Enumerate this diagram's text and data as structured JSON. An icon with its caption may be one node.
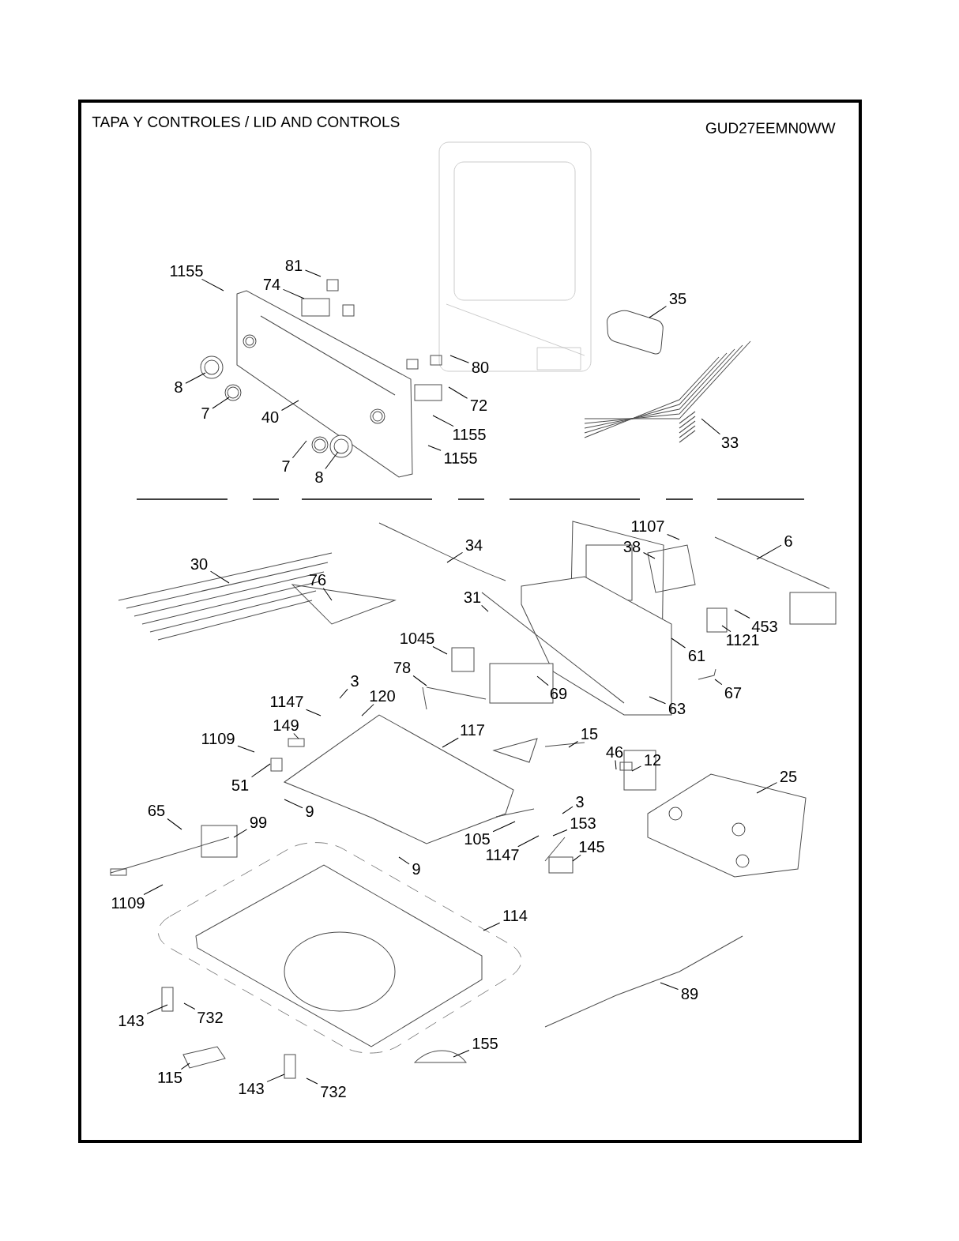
{
  "diagram": {
    "title": "TAPA Y  CONTROLES / LID AND CONTROLS",
    "nodes": [
      {
        "text": [
          "1155"
        ]
      },
      {
        "text": [
          "81"
        ]
      },
      {
        "text": [
          "74"
        ]
      },
      {
        "text": [
          "35"
        ]
      },
      {
        "text": [
          "8"
        ]
      },
      {
        "text": [
          "7"
        ]
      },
      {
        "text": [
          "40"
        ]
      },
      {
        "text": [
          "80"
        ]
      },
      {
        "text": [
          "72"
        ]
      },
      {
        "text": [
          "1155"
        ]
      },
      {
        "text": [
          "1155"
        ]
      },
      {
        "text": [
          "7"
        ]
      },
      {
        "text": [
          "8"
        ]
      },
      {
        "text": [
          "33"
        ]
      },
      {
        "text": [
          "1107"
        ]
      },
      {
        "text": [
          "34"
        ]
      },
      {
        "text": [
          "38"
        ]
      },
      {
        "text": [
          "6"
        ]
      },
      {
        "text": [
          "30"
        ]
      },
      {
        "text": [
          "76"
        ]
      },
      {
        "text": [
          "31"
        ]
      },
      {
        "text": [
          "1045"
        ]
      },
      {
        "text": [
          "61"
        ]
      },
      {
        "text": [
          "453"
        ]
      },
      {
        "text": [
          "1121"
        ]
      },
      {
        "text": [
          "78"
        ]
      },
      {
        "text": [
          "3"
        ]
      },
      {
        "text": [
          "1147"
        ]
      },
      {
        "text": [
          "120"
        ]
      },
      {
        "text": [
          "69"
        ]
      },
      {
        "text": [
          "63"
        ]
      },
      {
        "text": [
          "67"
        ]
      },
      {
        "text": [
          "149"
        ]
      },
      {
        "text": [
          "117"
        ]
      },
      {
        "text": [
          "15"
        ]
      },
      {
        "text": [
          "1109"
        ]
      },
      {
        "text": [
          "46"
        ]
      },
      {
        "text": [
          "12"
        ]
      },
      {
        "text": [
          "25"
        ]
      },
      {
        "text": [
          "51"
        ]
      },
      {
        "text": [
          "9"
        ]
      },
      {
        "text": [
          "65"
        ]
      },
      {
        "text": [
          "3"
        ]
      },
      {
        "text": [
          "99"
        ]
      },
      {
        "text": [
          "105"
        ]
      },
      {
        "text": [
          "153"
        ]
      },
      {
        "text": [
          "1147"
        ]
      },
      {
        "text": [
          "145"
        ]
      },
      {
        "text": [
          "9"
        ]
      },
      {
        "text": [
          "1109"
        ]
      },
      {
        "text": [
          "114"
        ]
      },
      {
        "text": [
          "89"
        ]
      },
      {
        "text": [
          "143"
        ]
      },
      {
        "text": [
          "732"
        ]
      },
      {
        "text": [
          "155"
        ]
      },
      {
        "text": [
          "115"
        ]
      },
      {
        "text": [
          "143"
        ]
      },
      {
        "text": [
          "732"
        ]
      }
    ],
    "edges": [
      {
        "from": 0,
        "to": null,
        "arrow": "none"
      },
      {
        "from": 1,
        "to": null,
        "arrow": "none"
      },
      {
        "from": 2,
        "to": null,
        "arrow": "none"
      },
      {
        "from": 3,
        "to": null,
        "arrow": "none"
      },
      {
        "from": 4,
        "to": null,
        "arrow": "none"
      },
      {
        "from": 5,
        "to": null,
        "arrow": "none"
      },
      {
        "from": 6,
        "to": null,
        "arrow": "none"
      },
      {
        "from": 7,
        "to": null,
        "arrow": "none"
      },
      {
        "from": 8,
        "to": null,
        "arrow": "none"
      },
      {
        "from": 9,
        "to": null,
        "arrow": "none"
      },
      {
        "from": 10,
        "to": null,
        "arrow": "none"
      },
      {
        "from": 11,
        "to": null,
        "arrow": "none"
      },
      {
        "from": 12,
        "to": null,
        "arrow": "none"
      },
      {
        "from": 13,
        "to": null,
        "arrow": "none"
      },
      {
        "from": 14,
        "to": null,
        "arrow": "none"
      },
      {
        "from": 15,
        "to": null,
        "arrow": "none"
      },
      {
        "from": 16,
        "to": null,
        "arrow": "none"
      },
      {
        "from": 17,
        "to": null,
        "arrow": "none"
      },
      {
        "from": 18,
        "to": null,
        "arrow": "none"
      },
      {
        "from": 19,
        "to": null,
        "arrow": "none"
      },
      {
        "from": 20,
        "to": null,
        "arrow": "none"
      },
      {
        "from": 21,
        "to": null,
        "arrow": "none"
      },
      {
        "from": 22,
        "to": null,
        "arrow": "none"
      },
      {
        "from": 23,
        "to": null,
        "arrow": "none"
      },
      {
        "from": 24,
        "to": null,
        "arrow": "none"
      },
      {
        "from": 25,
        "to": null,
        "arrow": "none"
      },
      {
        "from": 26,
        "to": null,
        "arrow": "none"
      },
      {
        "from": 27,
        "to": null,
        "arrow": "none"
      },
      {
        "from": 28,
        "to": null,
        "arrow": "none"
      },
      {
        "from": 29,
        "to": null,
        "arrow": "none"
      },
      {
        "from": 30,
        "to": null,
        "arrow": "none"
      },
      {
        "from": 31,
        "to": null,
        "arrow": "none"
      },
      {
        "from": 32,
        "to": null,
        "arrow": "none"
      },
      {
        "from": 33,
        "to": null,
        "arrow": "none"
      },
      {
        "from": 34,
        "to": null,
        "arrow": "none"
      },
      {
        "from": 35,
        "to": null,
        "arrow": "none"
      },
      {
        "from": 36,
        "to": null,
        "arrow": "none"
      },
      {
        "from": 37,
        "to": null,
        "arrow": "none"
      },
      {
        "from": 38,
        "to": null,
        "arrow": "none"
      },
      {
        "from": 39,
        "to": null,
        "arrow": "none"
      },
      {
        "from": 40,
        "to": null,
        "arrow": "none"
      },
      {
        "from": 41,
        "to": null,
        "arrow": "none"
      },
      {
        "from": 42,
        "to": null,
        "arrow": "none"
      },
      {
        "from": 43,
        "to": null,
        "arrow": "none"
      },
      {
        "from": 44,
        "to": null,
        "arrow": "none"
      },
      {
        "from": 45,
        "to": null,
        "arrow": "none"
      },
      {
        "from": 46,
        "to": null,
        "arrow": "none"
      },
      {
        "from": 47,
        "to": null,
        "arrow": "none"
      },
      {
        "from": 48,
        "to": null,
        "arrow": "none"
      },
      {
        "from": 49,
        "to": null,
        "arrow": "none"
      },
      {
        "from": 50,
        "to": null,
        "arrow": "none"
      },
      {
        "from": 51,
        "to": null,
        "arrow": "none"
      },
      {
        "from": 52,
        "to": null,
        "arrow": "none"
      },
      {
        "from": 53,
        "to": null,
        "arrow": "none"
      },
      {
        "from": 54,
        "to": null,
        "arrow": "none"
      },
      {
        "from": 55,
        "to": null,
        "arrow": "none"
      },
      {
        "from": 56,
        "to": null,
        "arrow": "none"
      },
      {
        "from": 57,
        "to": null,
        "arrow": "none"
      }
    ],
    "labels": [
      "GUD27EEMN0WW"
    ]
  }
}
